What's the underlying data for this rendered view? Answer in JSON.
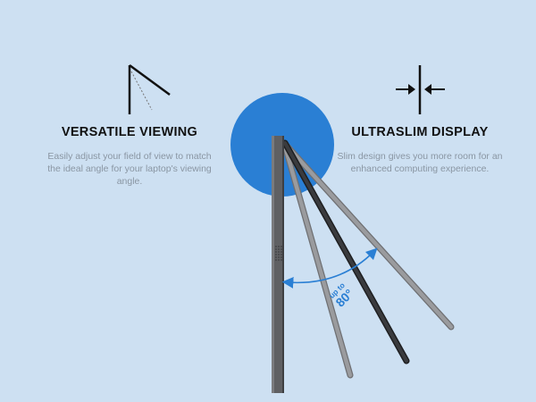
{
  "features": [
    {
      "id": "versatile",
      "title": "VERSATILE VIEWING",
      "description": "Easily adjust your field of view to match the ideal angle for your laptop's viewing angle.",
      "icon": "angle-adjust-icon"
    },
    {
      "id": "ultraslim",
      "title": "ULTRASLIM DISPLAY",
      "description": "Slim design gives you more room for an enhanced computing experience.",
      "icon": "compress-arrows-icon"
    }
  ],
  "angle_label": {
    "line1": "up to",
    "line2": "80°"
  },
  "colors": {
    "background": "#cde0f2",
    "accent_circle": "#2a7fd4",
    "monitor_body": "#5f6063",
    "arm_light": "#8c8d90",
    "arm_dark": "#2f3033",
    "arc": "#2a7fd4"
  }
}
